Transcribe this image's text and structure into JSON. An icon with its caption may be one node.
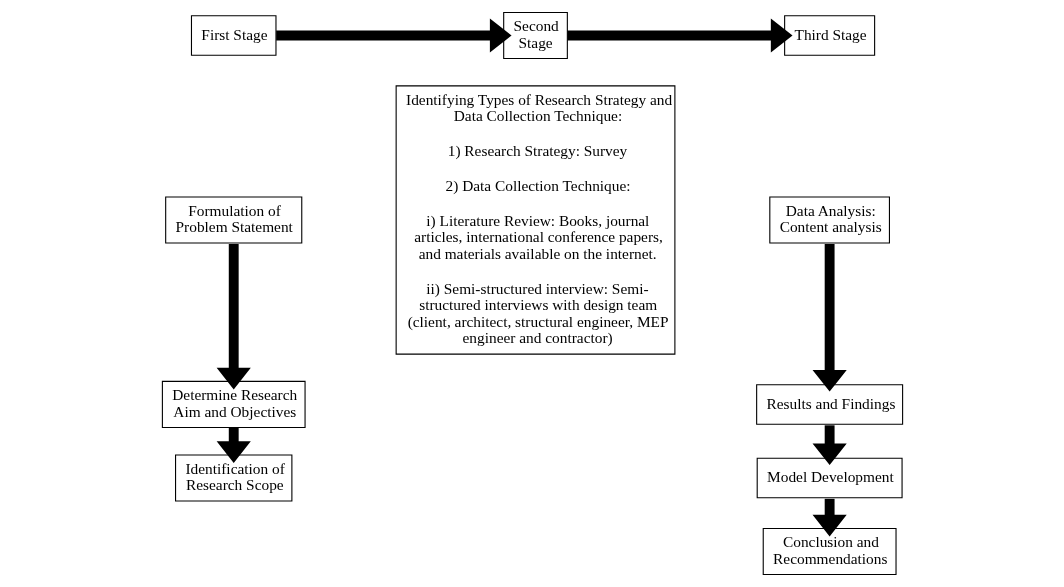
{
  "diagram": {
    "nodes": [
      {
        "text": [
          "First Stage"
        ]
      },
      {
        "text": [
          "Formulation of Problem Statement"
        ]
      },
      {
        "text": [
          "Determine Research Aim and Objectives"
        ]
      },
      {
        "text": [
          "Identification of Research Scope"
        ]
      },
      {
        "text": [
          "Second Stage"
        ]
      },
      {
        "text": [
          "Identifying Types of Research Strategy and Data Collection Technique:",
          "1) Research Strategy: Survey",
          "2) Data Collection Technique:",
          "i) Literature Review: Books, journal articles, international conference papers, and materials available on the internet.",
          "ii) Semi-structured interview: Semi-structured interviews with design team (client, architect, structural engineer, MEP engineer and contractor)"
        ]
      },
      {
        "text": [
          "Third Stage"
        ]
      },
      {
        "text": [
          "Data Analysis: Content analysis"
        ]
      },
      {
        "text": [
          "Results and Findings"
        ]
      },
      {
        "text": [
          "Model Development"
        ]
      },
      {
        "text": [
          "Conclusion and Recommendations"
        ]
      }
    ],
    "edges": [
      {
        "from": 0,
        "to": 4,
        "arrow": "to"
      },
      {
        "from": 4,
        "to": 6,
        "arrow": "to"
      },
      {
        "from": 1,
        "to": 2,
        "arrow": "to"
      },
      {
        "from": 2,
        "to": 3,
        "arrow": "to"
      },
      {
        "from": 7,
        "to": 8,
        "arrow": "to"
      },
      {
        "from": 8,
        "to": 9,
        "arrow": "to"
      },
      {
        "from": 9,
        "to": 10,
        "arrow": "to"
      }
    ]
  }
}
